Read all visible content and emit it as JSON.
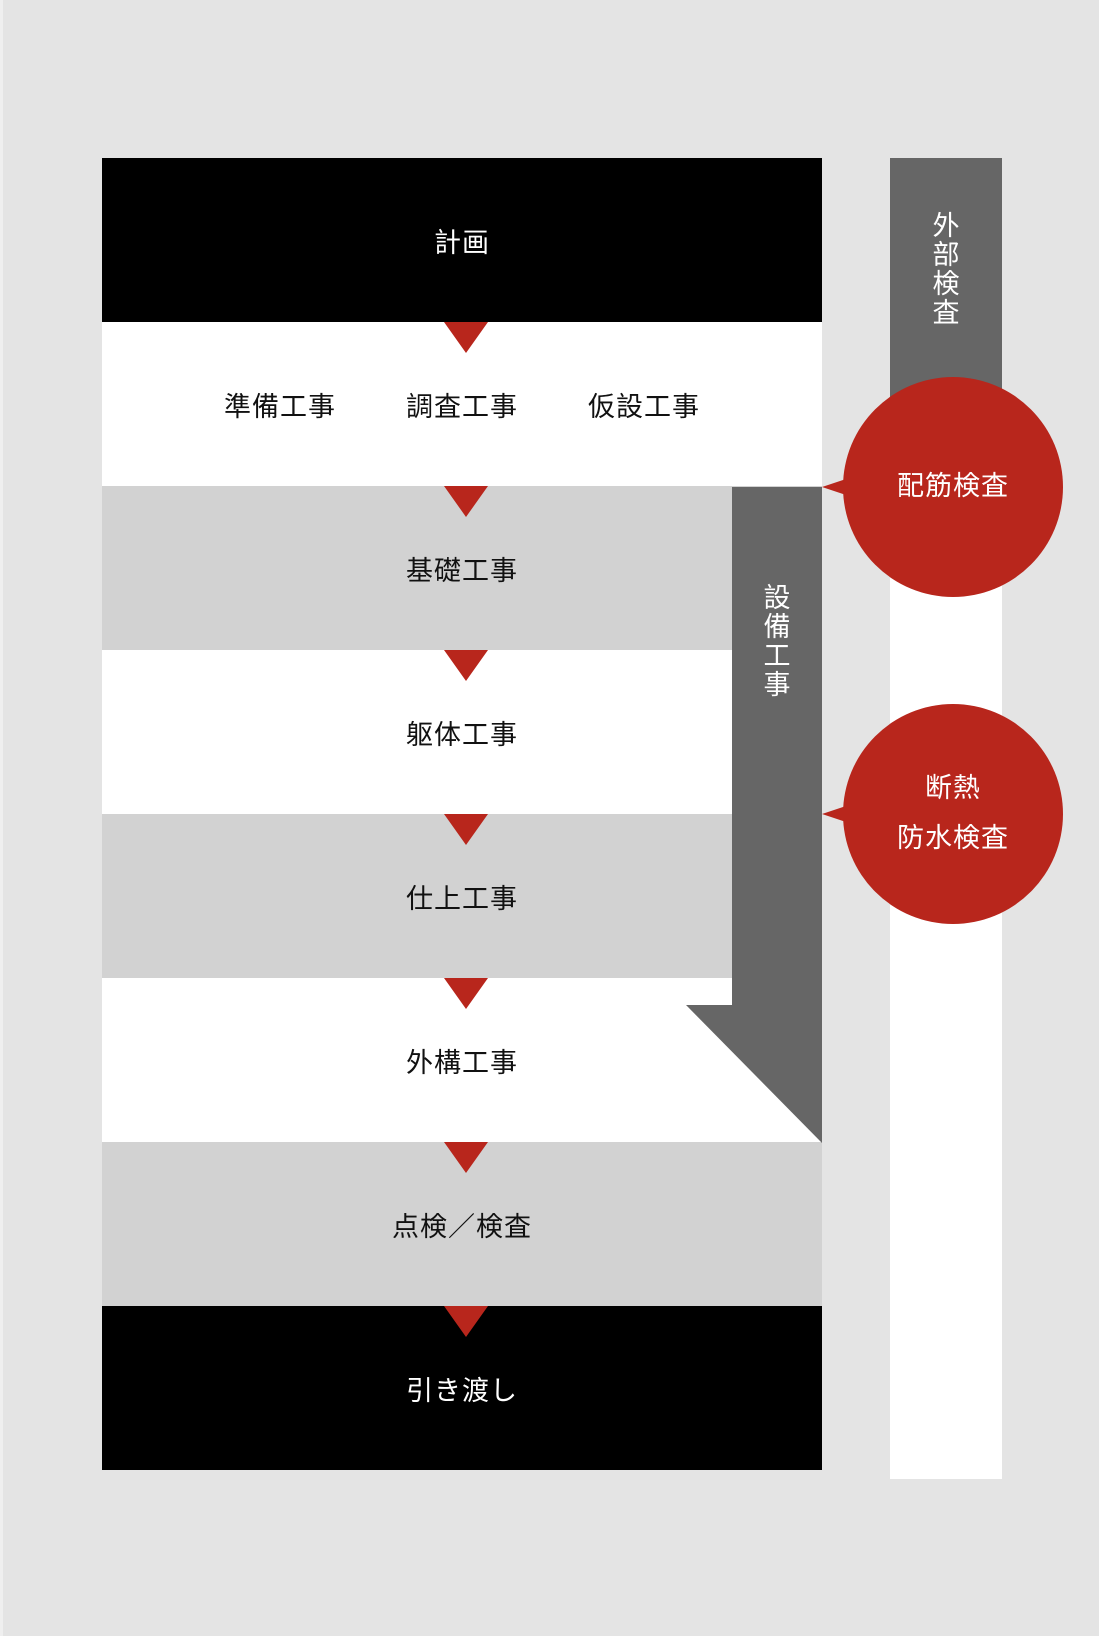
{
  "colors": {
    "background": "#e4e4e4",
    "black_row": "#000000",
    "white_row": "#ffffff",
    "gray_row": "#d2d2d2",
    "accent_red": "#b8261c",
    "bar_gray": "#666666"
  },
  "flow": {
    "steps": [
      {
        "label": "計画",
        "style": "black"
      },
      {
        "labels": [
          "準備工事",
          "調査工事",
          "仮設工事"
        ],
        "style": "white"
      },
      {
        "label": "基礎工事",
        "style": "gray"
      },
      {
        "label": "躯体工事",
        "style": "white"
      },
      {
        "label": "仕上工事",
        "style": "gray"
      },
      {
        "label": "外構工事",
        "style": "white"
      },
      {
        "label": "点検／検査",
        "style": "gray"
      },
      {
        "label": "引き渡し",
        "style": "black"
      }
    ]
  },
  "equipment_bar": {
    "label": "設備工事"
  },
  "inspection_column": {
    "label": "外部検査"
  },
  "inspections": [
    {
      "lines": [
        "配筋検査"
      ]
    },
    {
      "lines": [
        "断熱",
        "防水検査"
      ]
    }
  ]
}
